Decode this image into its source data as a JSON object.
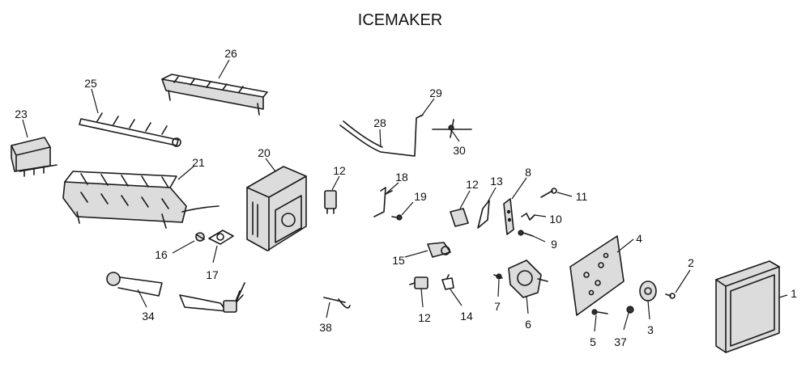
{
  "title": "ICEMAKER",
  "labels": {
    "p1": "1",
    "p2": "2",
    "p3": "3",
    "p4": "4",
    "p5": "5",
    "p6": "6",
    "p7": "7",
    "p8": "8",
    "p9": "9",
    "p10": "10",
    "p11": "11",
    "p12a": "12",
    "p12b": "12",
    "p12c": "12",
    "p13": "13",
    "p14": "14",
    "p15": "15",
    "p16": "16",
    "p17": "17",
    "p18": "18",
    "p19": "19",
    "p20": "20",
    "p21": "21",
    "p23": "23",
    "p25": "25",
    "p26": "26",
    "p28": "28",
    "p29": "29",
    "p30": "30",
    "p34": "34",
    "p37": "37",
    "p38": "38"
  }
}
